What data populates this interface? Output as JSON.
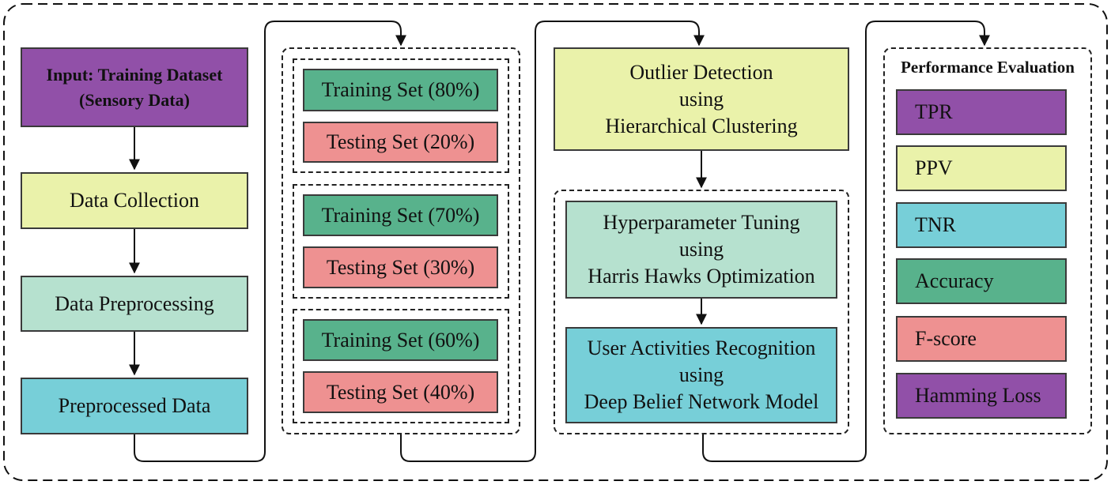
{
  "input": {
    "line1": "Input: Training Dataset",
    "line2": "(Sensory Data)"
  },
  "pipeline": {
    "data_collection": "Data Collection",
    "data_preprocessing": "Data Preprocessing",
    "preprocessed_data": "Preprocessed Data"
  },
  "splits": [
    {
      "training": "Training Set (80%)",
      "testing": "Testing Set (20%)"
    },
    {
      "training": "Training Set (70%)",
      "testing": "Testing Set (30%)"
    },
    {
      "training": "Training Set (60%)",
      "testing": "Testing Set (40%)"
    }
  ],
  "model": {
    "outlier": {
      "line1": "Outlier Detection",
      "line2": "using",
      "line3": "Hierarchical Clustering"
    },
    "hyperparam": {
      "line1": "Hyperparameter Tuning",
      "line2": "using",
      "line3": "Harris Hawks Optimization"
    },
    "recognition": {
      "line1": "User Activities Recognition",
      "line2": "using",
      "line3": "Deep Belief Network Model"
    }
  },
  "evaluation": {
    "title": "Performance Evaluation",
    "metrics": [
      "TPR",
      "PPV",
      "TNR",
      "Accuracy",
      "F-score",
      "Hamming Loss"
    ]
  },
  "colors": {
    "purple": "#9150a8",
    "yellow": "#eaf2aa",
    "mint": "#b6e1cf",
    "cyan": "#77cfd8",
    "green": "#58b28c",
    "salmon": "#ee9191"
  }
}
